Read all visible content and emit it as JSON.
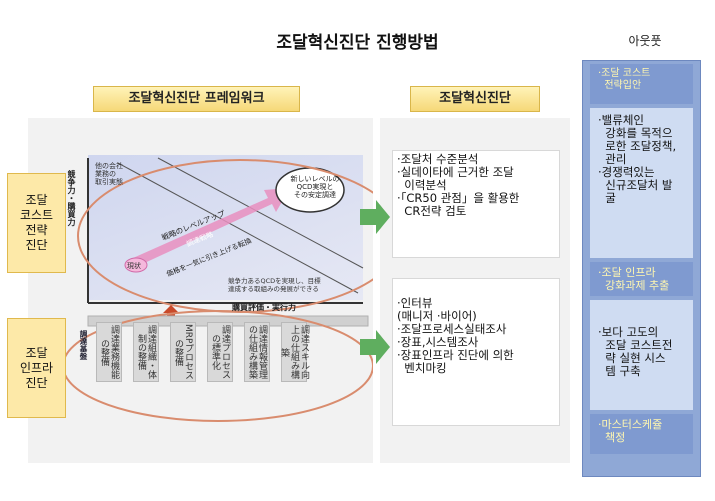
{
  "title": "조달혁신진단 진행방법",
  "output_label": "아웃풋",
  "framework_header": "조달혁신진단 프레임워크",
  "diagnosis_header": "조달혁신진단",
  "left_boxes": {
    "cost": [
      "조달",
      "코스트",
      "전략",
      "진단"
    ],
    "infra": [
      "조달",
      "인프라",
      "진단"
    ]
  },
  "cost_diagnosis_items": [
    "·조달처 수준분석",
    "·실데이타에 근거한 조달",
    "  이력분석",
    "·「CR50 관점」을 활용한",
    "  CR전략 검토"
  ],
  "infra_diagnosis_items": [
    "·인터뷰",
    "(매니저 ·바이어)",
    "·조달프로세스실태조사",
    "·장표,시스템조사",
    "·장표인프라 진단에 의한",
    "  벤치마킹"
  ],
  "output": {
    "cost_strategy_heading": "·조달 코스트\n  전략입안",
    "cost_strategy_body": [
      "·밸류체인",
      "  강화를 목적으",
      "  로한 조달정책,",
      "  관리",
      "·경쟁력있는",
      "  신규조달처 발",
      "  굴"
    ],
    "infra_heading": "·조달 인프라\n  강화과제 추출",
    "infra_body": [
      "·보다 고도의",
      "  조달 코스트전",
      "  략 실현 시스",
      "  템 구축"
    ],
    "master_schedule_heading": "·마스터스케쥴\n  책정"
  },
  "chart": {
    "y_label": "競争力・購買力",
    "x_label": "購買評価・実行力",
    "goal_bubble": "新しいレベルの\nQCD実現と\nその安定調達",
    "start_bubble": "現状",
    "arrow_text": "戦略のレベルアップ",
    "arrow_sub1": "調達戦略",
    "arrow_sub2": "価格を一気に引き上げる転換",
    "note_left": "他の会社\n業務の\n取引実態",
    "footnote": "競争力あるQCDを実現し、目標\n達成する取組みの発展ができる"
  },
  "infra_section_label": "調達基盤",
  "infra_columns": [
    "調達業務機能の整備",
    "調達組織・体制の整備",
    "MRPプロセスの整備",
    "調達プロセスの標準化",
    "調達情報管理の仕組み構築",
    "調達スキル向上の仕組み構築"
  ],
  "colors": {
    "header_fill": "#f6d878",
    "left_box_fill": "#fde9a8",
    "output_panel": "#8fa8d6",
    "output_body": "#cfdcf2",
    "ellipse_stroke": "#d98c6e",
    "arrow_green": "#5fae5f",
    "pink_arrow": "#e88fc0"
  }
}
